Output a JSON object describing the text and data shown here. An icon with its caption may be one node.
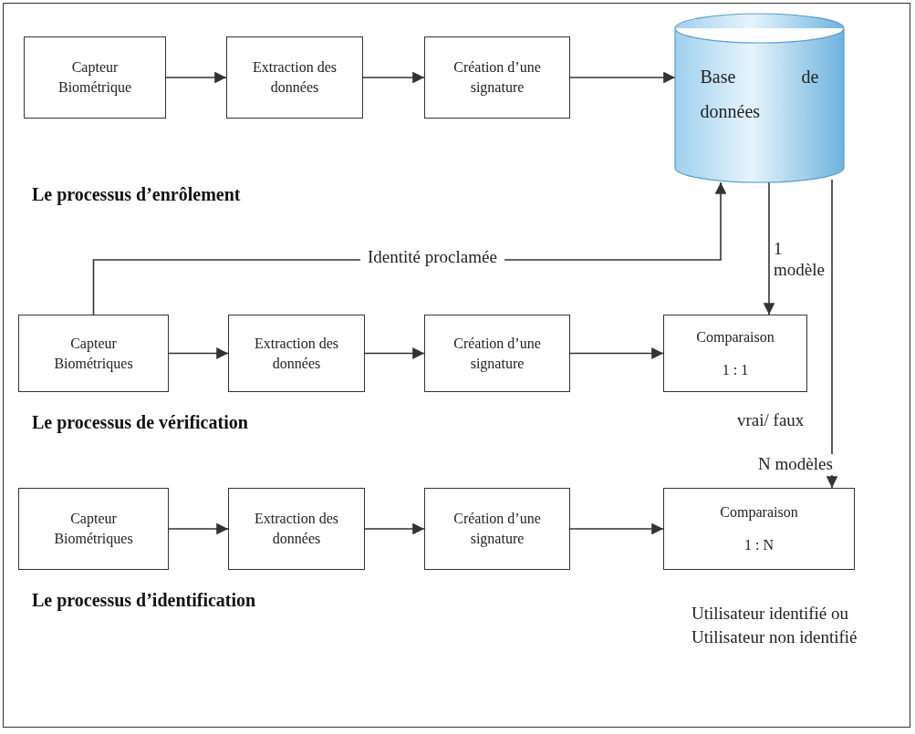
{
  "diagram": {
    "nodes": [
      {
        "text": [
          "Capteur Biométrique"
        ]
      },
      {
        "text": [
          "Extraction des données"
        ]
      },
      {
        "text": [
          "Création d’une signature"
        ]
      },
      {
        "text": [
          "Base de données"
        ]
      },
      {
        "text": [
          "Capteur Biométriques"
        ]
      },
      {
        "text": [
          "Extraction des données"
        ]
      },
      {
        "text": [
          "Création d’une signature"
        ]
      },
      {
        "text": [
          "Comparaison",
          "1 : 1"
        ],
        "beside": [
          "vrai/ faux"
        ]
      },
      {
        "text": [
          "Capteur Biométriques"
        ]
      },
      {
        "text": [
          "Extraction des données"
        ]
      },
      {
        "text": [
          "Création d’une signature"
        ]
      },
      {
        "text": [
          "Comparaison",
          "1 : N"
        ],
        "beside": [
          "Utilisateur identifié ou Utilisateur non identifié"
        ]
      }
    ],
    "edges": [
      {
        "from": 0,
        "to": 1,
        "arrow": "to"
      },
      {
        "from": 1,
        "to": 2,
        "arrow": "to"
      },
      {
        "from": 2,
        "to": 3,
        "arrow": "to"
      },
      {
        "from": 4,
        "to": 5,
        "arrow": "to"
      },
      {
        "from": 5,
        "to": 6,
        "arrow": "to"
      },
      {
        "from": 6,
        "to": 7,
        "arrow": "to"
      },
      {
        "from": 4,
        "to": 3,
        "arrow": "to",
        "label": "Identité proclamée"
      },
      {
        "from": 3,
        "to": 7,
        "arrow": "to",
        "label": "1 modèle"
      },
      {
        "from": 8,
        "to": 9,
        "arrow": "to"
      },
      {
        "from": 9,
        "to": 10,
        "arrow": "to"
      },
      {
        "from": 10,
        "to": 11,
        "arrow": "to"
      },
      {
        "from": 3,
        "to": 11,
        "arrow": "to",
        "label": "N modèles"
      }
    ],
    "labels": [
      "Le processus d’enrôlement",
      "Le processus de vérification",
      "Le processus d’identification"
    ]
  }
}
